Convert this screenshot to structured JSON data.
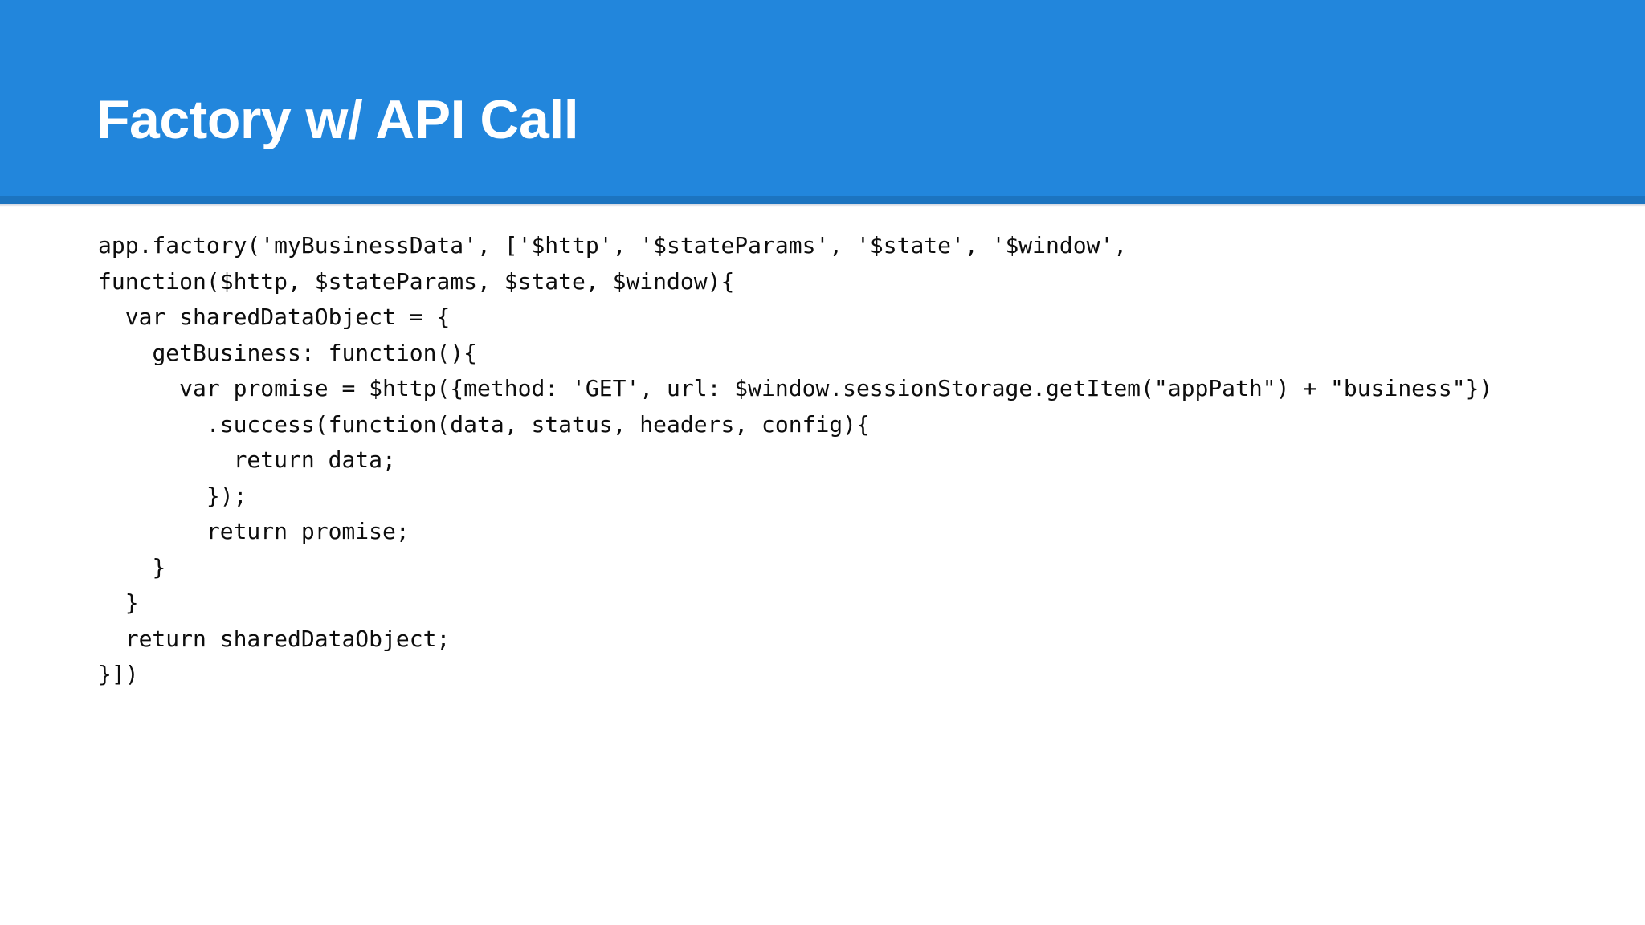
{
  "slide": {
    "title": "Factory w/ API Call",
    "header_color": "#2286dc",
    "header_underline_color": "#1c74c0",
    "background_color": "#ffffff",
    "title_color": "#ffffff",
    "code_color": "#0d0d0d",
    "code": "app.factory('myBusinessData', ['$http', '$stateParams', '$state', '$window',\nfunction($http, $stateParams, $state, $window){\n  var sharedDataObject = {\n    getBusiness: function(){\n      var promise = $http({method: 'GET', url: $window.sessionStorage.getItem(\"appPath\") + \"business\"})\n        .success(function(data, status, headers, config){\n          return data;\n        });\n        return promise;\n    }\n  }\n  return sharedDataObject;\n}])",
    "code_lines": [
      "app.factory('myBusinessData', ['$http', '$stateParams', '$state', '$window',",
      "function($http, $stateParams, $state, $window){",
      "  var sharedDataObject = {",
      "    getBusiness: function(){",
      "      var promise = $http({method: 'GET', url: $window.sessionStorage.getItem(\"appPath\") + \"business\"})",
      "        .success(function(data, status, headers, config){",
      "          return data;",
      "        });",
      "        return promise;",
      "    }",
      "  }",
      "  return sharedDataObject;",
      "}])"
    ]
  }
}
